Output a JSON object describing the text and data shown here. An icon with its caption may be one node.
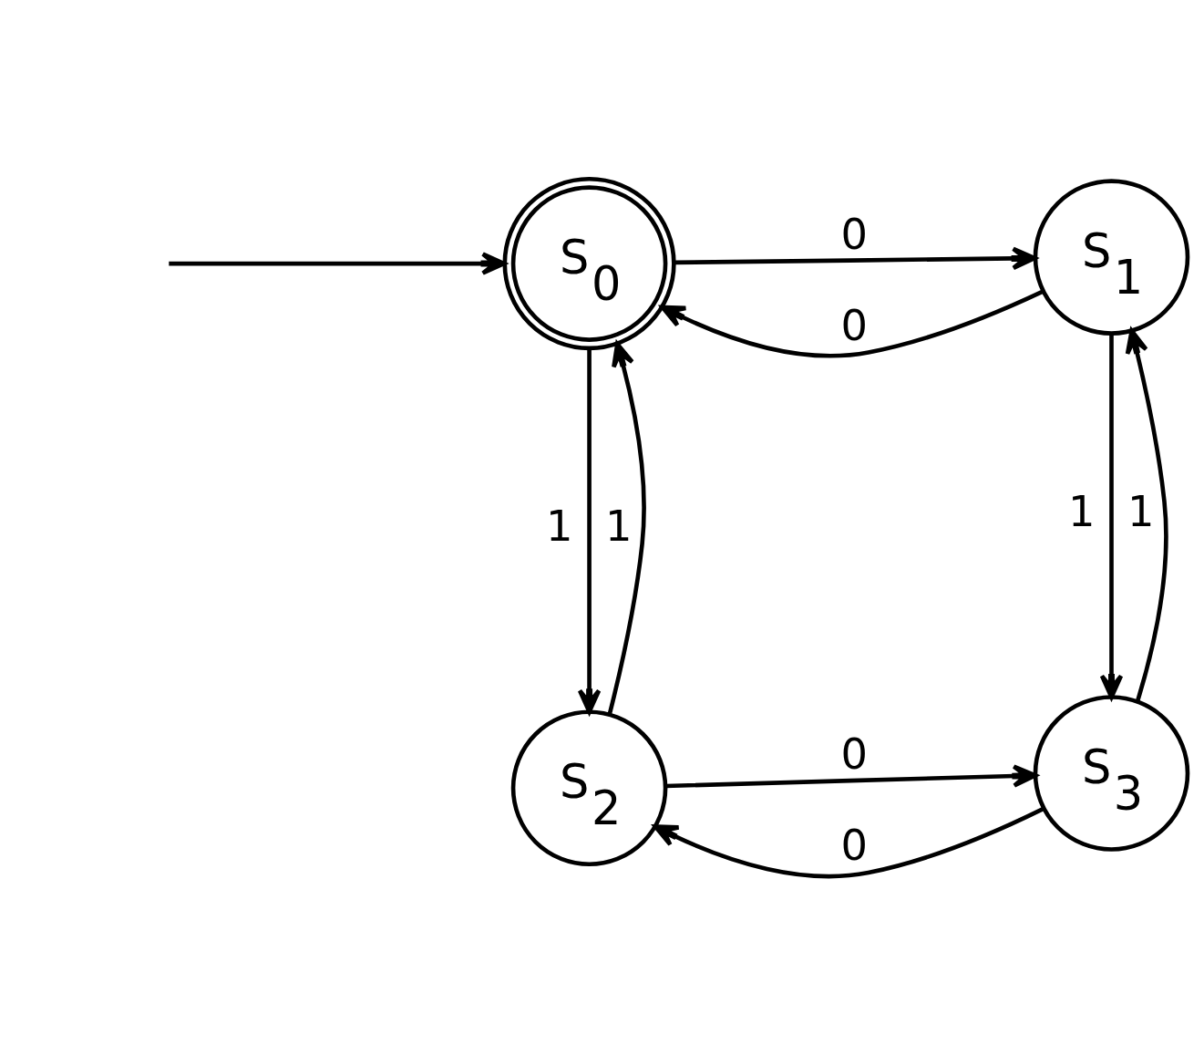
{
  "diagram": {
    "nodes": [
      {
        "text": [
          "S$_{0}$"
        ]
      },
      {
        "text": [
          "S$_{1}$"
        ]
      },
      {
        "text": [
          "S$_{2}$"
        ]
      },
      {
        "text": [
          "S$_{3}$"
        ]
      }
    ],
    "edges": [
      {
        "from": null,
        "to": 0,
        "arrow": "to"
      },
      {
        "from": 0,
        "to": 1,
        "arrow": "to",
        "label": "0"
      },
      {
        "from": 1,
        "to": 0,
        "arrow": "to",
        "label": "0"
      },
      {
        "from": 0,
        "to": 2,
        "arrow": "to",
        "label": "1"
      },
      {
        "from": 2,
        "to": 0,
        "arrow": "to",
        "label": "1"
      },
      {
        "from": 1,
        "to": 3,
        "arrow": "to",
        "label": "1"
      },
      {
        "from": 3,
        "to": 1,
        "arrow": "to",
        "label": "1"
      },
      {
        "from": 2,
        "to": 3,
        "arrow": "to",
        "label": "0"
      },
      {
        "from": 3,
        "to": 2,
        "arrow": "to",
        "label": "0"
      }
    ]
  }
}
